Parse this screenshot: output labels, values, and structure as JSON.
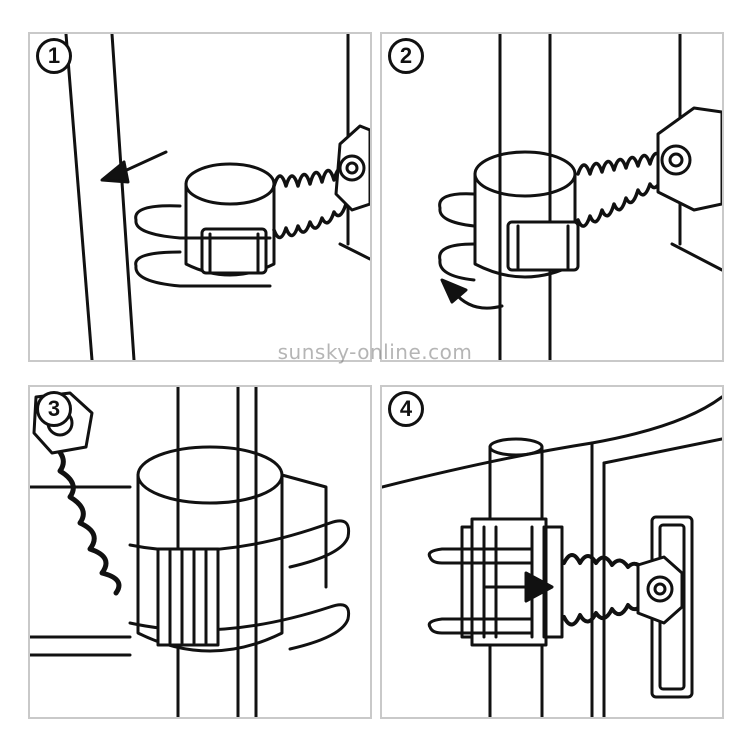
{
  "steps": [
    {
      "number": "1"
    },
    {
      "number": "2"
    },
    {
      "number": "3"
    },
    {
      "number": "4"
    }
  ],
  "watermark": "sunsky-online.com",
  "line_color": "#111111",
  "panel_border_color": "#c9c9c9"
}
